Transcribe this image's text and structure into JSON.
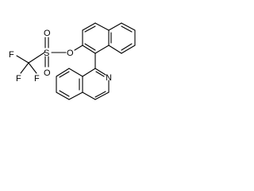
{
  "molecule": {
    "atoms": {
      "f1": "F",
      "f2": "F",
      "f3": "F",
      "s": "S",
      "o_top": "O",
      "o_bottom": "O",
      "o_ester": "O",
      "n": "N"
    }
  },
  "colors": {
    "line": "#000000",
    "background": "#ffffff"
  }
}
